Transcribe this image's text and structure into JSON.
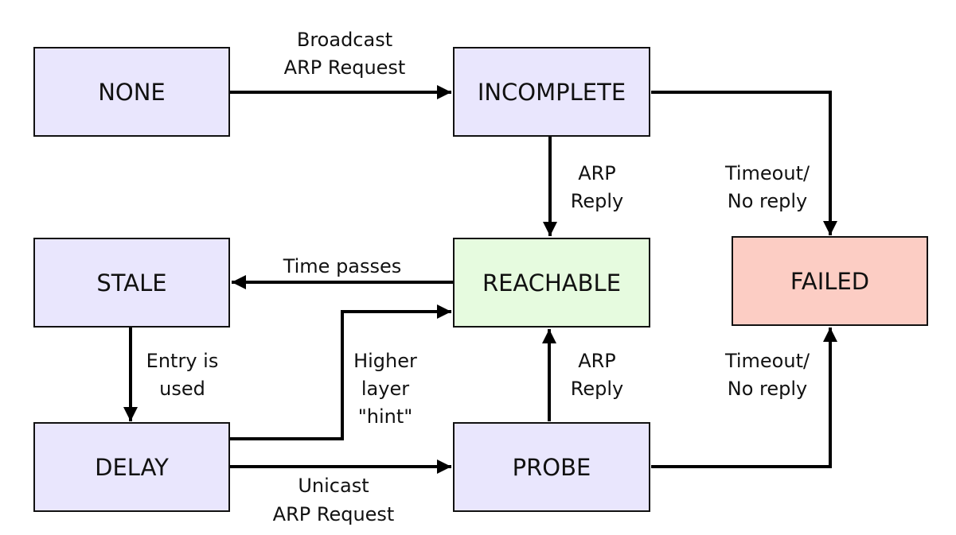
{
  "colors": {
    "state_fill": "#e9e6fd",
    "reachable_fill": "#e6fbdf",
    "failed_fill": "#fccdc4",
    "stroke": "#111111",
    "edge": "#000000"
  },
  "states": {
    "none": "NONE",
    "incomplete": "INCOMPLETE",
    "stale": "STALE",
    "reachable": "REACHABLE",
    "failed": "FAILED",
    "delay": "DELAY",
    "probe": "PROBE"
  },
  "transitions": {
    "none_to_incomplete": [
      "Broadcast",
      "ARP Request"
    ],
    "incomplete_to_reachable": [
      "ARP",
      "Reply"
    ],
    "incomplete_to_failed": [
      "Timeout/",
      "No reply"
    ],
    "reachable_to_stale": [
      "Time passes"
    ],
    "stale_to_delay": [
      "Entry is",
      "used"
    ],
    "delay_to_reachable": [
      "Higher",
      "layer",
      "\"hint\""
    ],
    "probe_to_reachable": [
      "ARP",
      "Reply"
    ],
    "probe_to_failed": [
      "Timeout/",
      "No reply"
    ],
    "delay_to_probe": [
      "Unicast",
      "ARP Request"
    ]
  }
}
